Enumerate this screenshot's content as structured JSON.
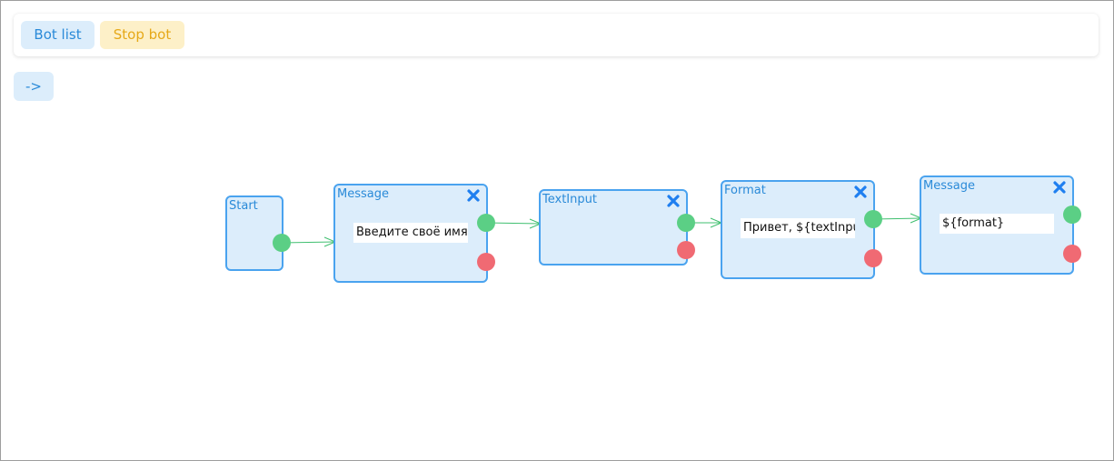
{
  "toolbar": {
    "bot_list_label": "Bot list",
    "stop_bot_label": "Stop bot"
  },
  "arrow_button_label": "->",
  "colors": {
    "node_fill": "#dcedfb",
    "node_border": "#4aa3ef",
    "port_ok": "#5bcf85",
    "port_err": "#f06a73",
    "edge": "#3fbf6f",
    "close_icon": "#1f7ff0"
  },
  "nodes": {
    "start": {
      "title": "Start"
    },
    "message1": {
      "title": "Message",
      "value": "Введите своё имя"
    },
    "textinput": {
      "title": "TextInput"
    },
    "format": {
      "title": "Format",
      "value": "Привет, ${textInput}"
    },
    "message2": {
      "title": "Message",
      "value": "${format}"
    }
  }
}
